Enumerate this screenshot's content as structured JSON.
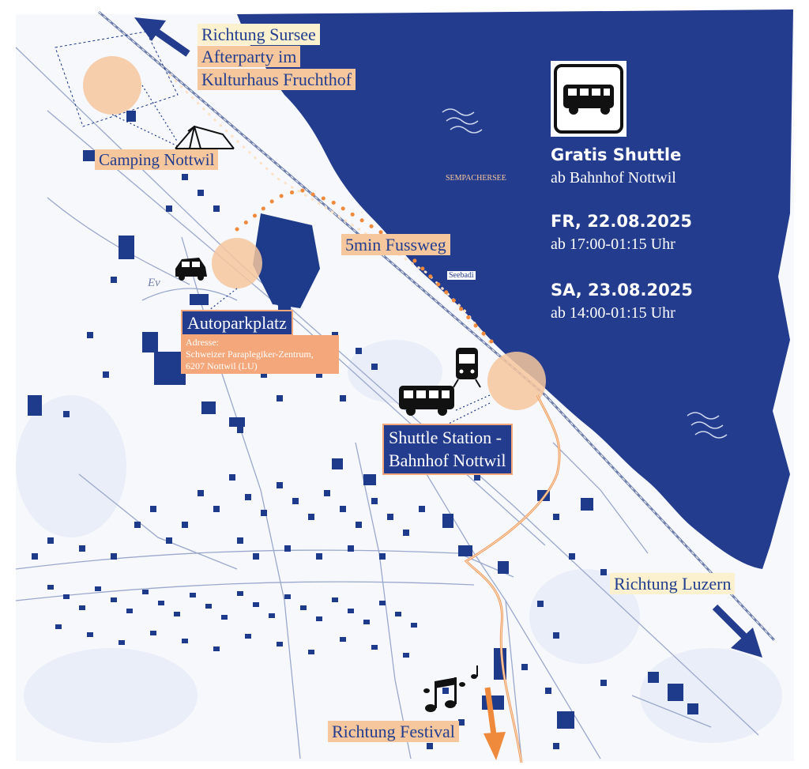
{
  "labels": {
    "richtung_sursee": "Richtung Sursee",
    "afterparty_line1": "Afterparty im",
    "afterparty_line2": "Kulturhaus Fruchthof",
    "camping": "Camping Nottwil",
    "fussweg": "5min Fussweg",
    "autoparkplatz": "Autoparkplatz",
    "adresse_line1": "Adresse:",
    "adresse_line2": "Schweizer Paraplegiker-Zentrum,",
    "adresse_line3": "6207 Nottwil (LU)",
    "shuttle_station_line1": "Shuttle Station -",
    "shuttle_station_line2": "Bahnhof Nottwil",
    "richtung_luzern": "Richtung Luzern",
    "richtung_festival": "Richtung Festival",
    "sempachersee": "SEMPACHERSEE",
    "seebadi": "Seebadi",
    "ev": "Ev"
  },
  "info": {
    "title": "Gratis Shuttle",
    "subtitle": "ab Bahnhof Nottwil",
    "day1": "FR, 22.08.2025",
    "day1_time": "ab 17:00-01:15 Uhr",
    "day2": "SA, 23.08.2025",
    "day2_time": "ab 14:00-01:15 Uhr"
  },
  "colors": {
    "lake": "#243c8e",
    "buildings": "#1e3a8a",
    "peach": "#f6c79d",
    "orange_accent": "#ef8a3c",
    "cream": "#fbf1cf"
  },
  "icons": [
    "bus-sign-icon",
    "tent-icon",
    "car-icon",
    "train-icon",
    "bus-icon",
    "music-notes-icon",
    "arrow-sursee-icon",
    "arrow-luzern-icon",
    "arrow-festival-icon",
    "wave-icon"
  ]
}
